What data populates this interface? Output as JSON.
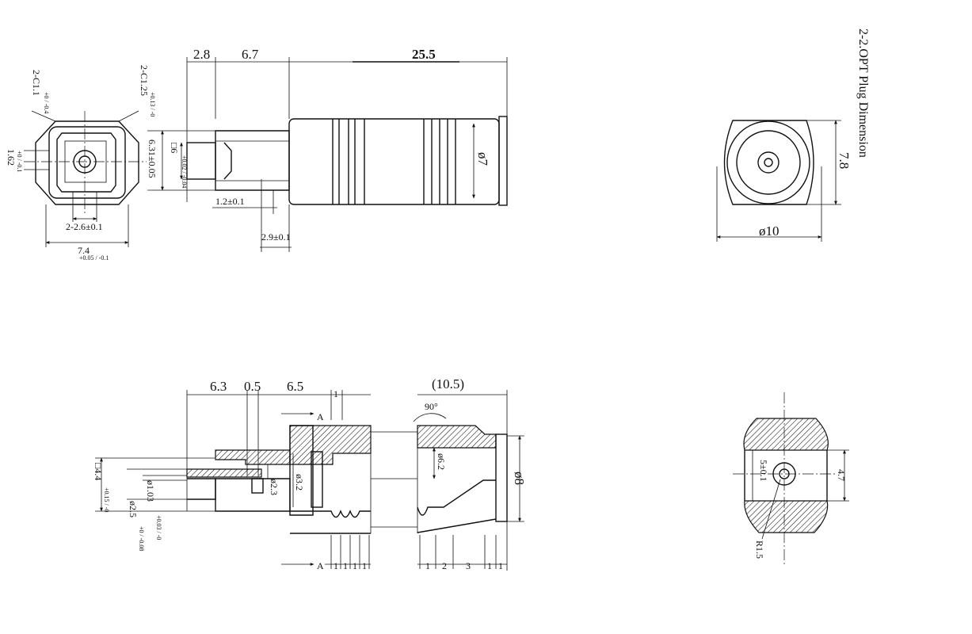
{
  "title": "2-2.OPT Plug Dimension",
  "top_left": {
    "chamfer_left": "2-C1.1",
    "chamfer_left_tol": "+0 / -0.4",
    "chamfer_right": "2-C1.25",
    "chamfer_right_tol": "+0.13 / -0",
    "offset": "1.62",
    "offset_tol": "+0 / -0.1",
    "slot": "2-2.6±0.1",
    "width": "7.4",
    "width_tol": "+0.05 / -0.1"
  },
  "top_side": {
    "d_2_8": "2.8",
    "d_6_7": "6.7",
    "d_25_5": "25.5",
    "square_label": "□6",
    "square_tol": "+0.02 / -0.04",
    "height": "6.31±0.05",
    "d_1_2": "1.2±0.1",
    "d_2_9": "2.9±0.1",
    "dia_7": "ø7"
  },
  "top_end": {
    "dia_10": "ø10",
    "h_7_8": "7.8"
  },
  "section": {
    "d_6_3": "6.3",
    "d_0_5": "0.5",
    "d_6_5": "6.5",
    "d_1": "1",
    "d_10_5": "(10.5)",
    "angle_90": "90°",
    "sq_4_4": "□4.4",
    "sq_4_4_tol": "+0.15 / -0",
    "dia_1_03": "ø1.03",
    "dia_1_03_tol": "+0.03 / -0",
    "dia_2_5": "ø2.5",
    "dia_2_5_tol": "+0 / -0.08",
    "dia_2_3": "ø2.3",
    "dia_3_2": "ø3.2",
    "dia_6_2": "ø6.2",
    "dia_8": "ø8",
    "section_mark": "A",
    "pitch_1": "1",
    "pitch_2": "2",
    "pitch_3": "3"
  },
  "section_aa": {
    "w_5": "5±0.1",
    "h_4_7": "4.7",
    "r_1_5": "R1.5"
  }
}
